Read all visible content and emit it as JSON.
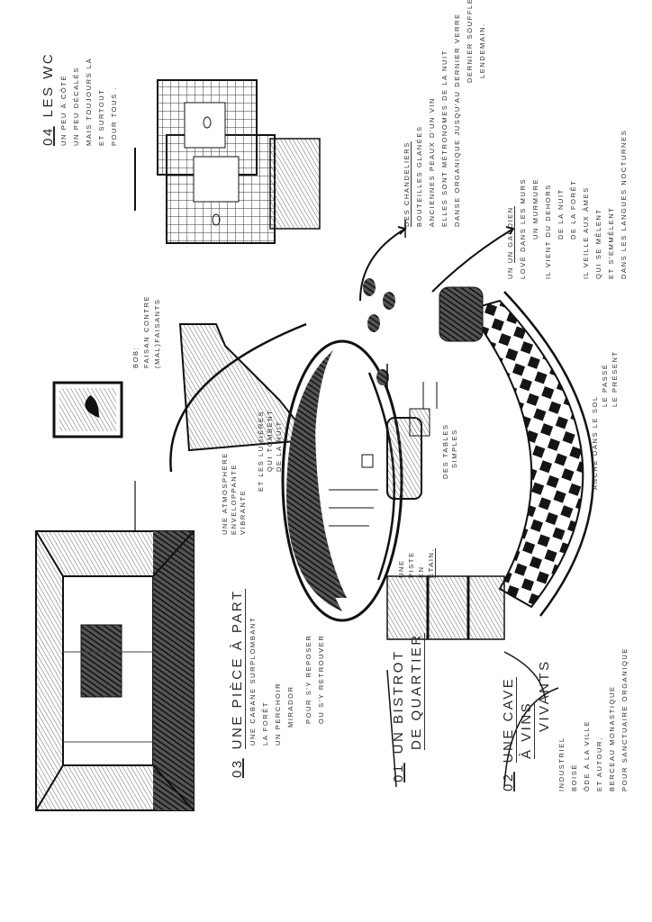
{
  "wc": {
    "num": "04",
    "title": "LES WC",
    "lines": [
      "UN PEU À CÔTÉ",
      "UN PEU DÉCALÉS",
      "MAIS TOUJOURS LÀ",
      "ET SURTOUT",
      "POUR TOUS ."
    ]
  },
  "chandeliers": {
    "lines": [
      "DES CHANDELIERS",
      "BOUTEILLES GLANÉES",
      "ANCIENNES PEAUX D'UN VIN",
      "ELLES SONT MÉTRONOMES DE LA NUIT",
      "DANSE ORGANIQUE   JUSQU'AU DERNIER VERRE",
      "DERNIER SOUFFLE",
      "LENDEMAIN."
    ]
  },
  "gardien": {
    "lines": [
      "UN GARDIEN",
      "LOVÉ DANS LES MURS",
      "UN MURMURE",
      "IL VIENT DU DEHORS",
      "DE LA NUIT",
      "DE LA FORÊT",
      "IL VEILLE AUX ÂMES",
      "QUI SE MÊLENT",
      "ET S'EMMÊLENT",
      "DANS LES LANGUES NOCTURNES"
    ]
  },
  "piece": {
    "num": "03",
    "title": "UNE PIÈCE À PART",
    "lines": [
      "UNE CABANE SURPLOMBANT",
      "LA FORÊT",
      "UN PERCHOIR",
      "MIRADOR",
      "POUR S'Y REPOSER",
      "OU S'Y RETROUVER"
    ]
  },
  "bistrot": {
    "num": "01",
    "title1": "UN BISTROT",
    "title2": "DE QUARTIER"
  },
  "cave": {
    "num": "02",
    "title1": "UNE CAVE",
    "title2": "À VINS",
    "title3": "VIVANTS",
    "lines": [
      "INDUSTRIEL",
      "BOISÉ",
      "ÔDE À LA VILLE",
      "ET AUTOUR,",
      "BERCEAU MONASTIQUE",
      "POUR SANCTUAIRE ORGANIQUE"
    ]
  },
  "atmosphere": {
    "lines": [
      "UNE ATMOSPHÈRE",
      "ENVELOPPANTE",
      "VIBRANTE"
    ]
  },
  "lumieres": {
    "lines": [
      "ET LES LUMIÈRES",
      "QUI TOMBENT",
      "DE LA NUIT"
    ]
  },
  "tables": {
    "lines": [
      "DES TABLES",
      "SIMPLES"
    ]
  },
  "piste": {
    "lines": [
      "UNE",
      "PISTE",
      "EN",
      "ÉTAIN."
    ]
  },
  "ancre": {
    "lines": [
      "ANCRE DANS LE SOL",
      "LE PASSÉ",
      "LE PRÉSENT"
    ]
  },
  "bob": {
    "lines": [
      "BOB:",
      "FAISAN CONTRE",
      "(MAL)FAISANTS"
    ]
  },
  "colors": {
    "ink": "#1e1e1e",
    "paper": "#ffffff"
  }
}
